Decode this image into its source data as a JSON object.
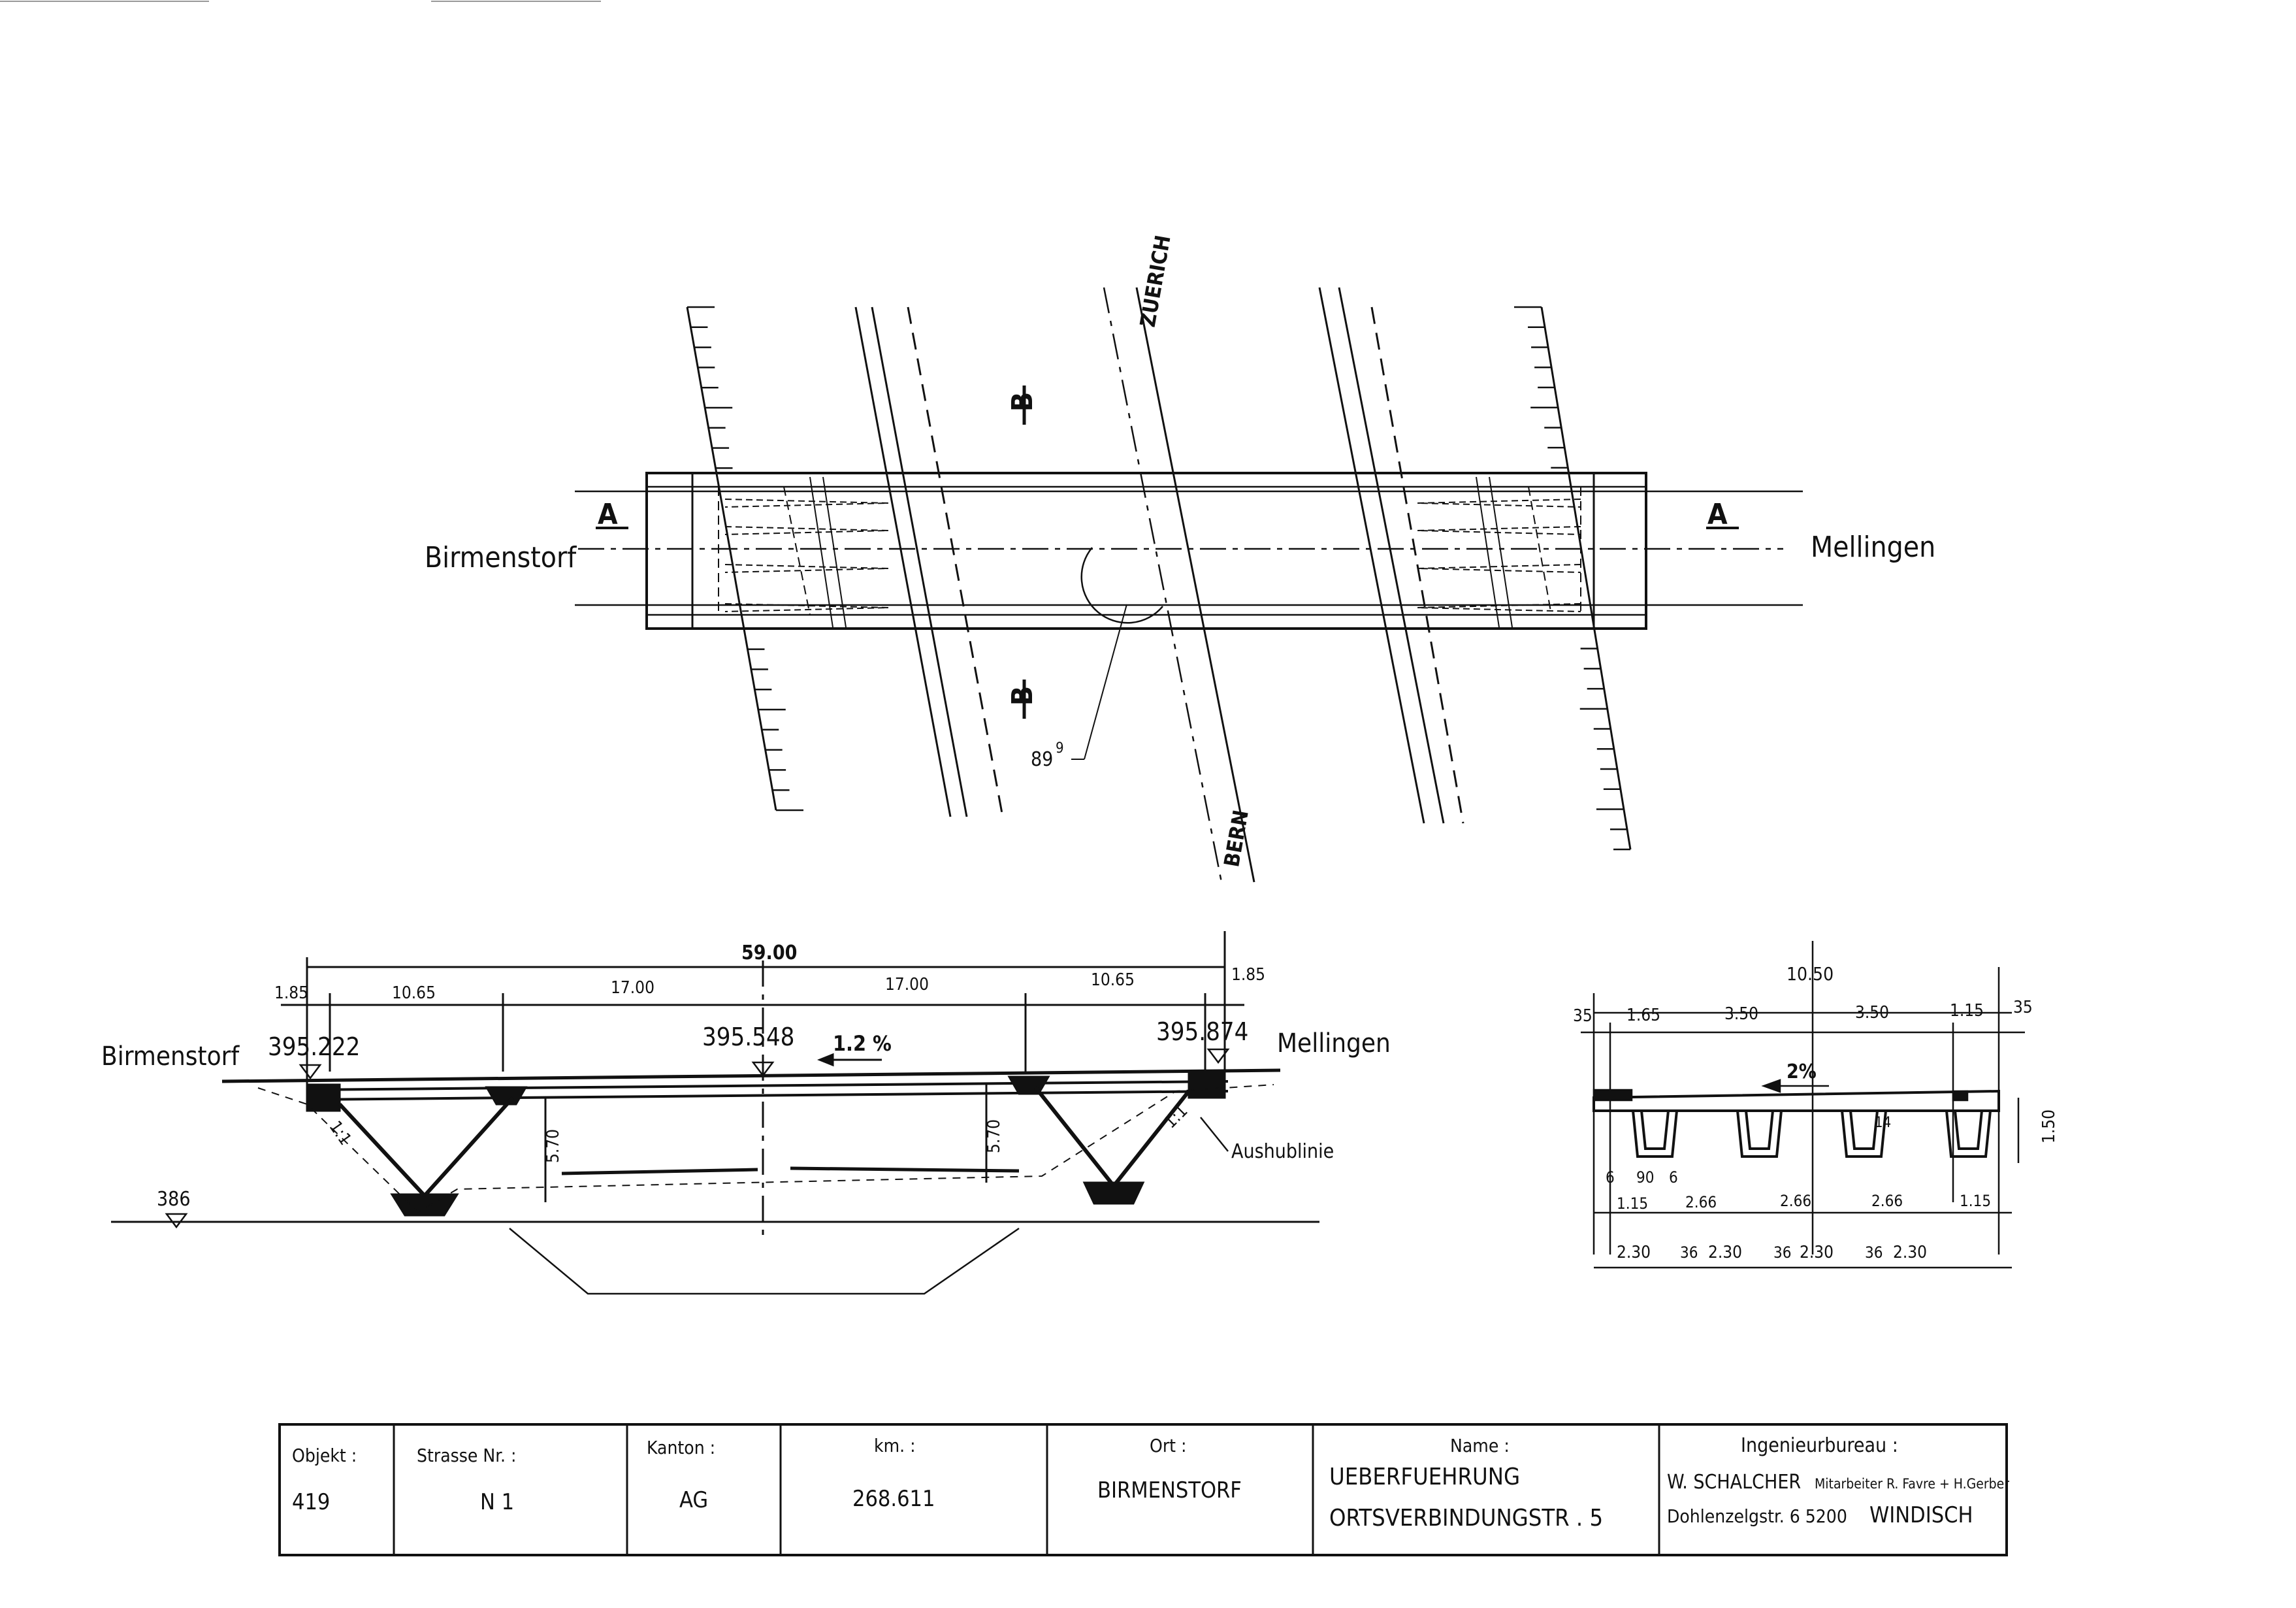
{
  "plan": {
    "left_place": "Birmenstorf",
    "right_place": "Mellingen",
    "section_a": "A",
    "section_b": "B",
    "road_north": "ZUERICH",
    "road_south": "BERN",
    "angle": "89"
  },
  "elevation": {
    "left_place": "Birmenstorf",
    "right_place": "Mellingen",
    "total_span": "59.00",
    "spans": [
      "1.85",
      "10.65",
      "17.00",
      "17.00",
      "10.65",
      "1.85"
    ],
    "level_left": "395.222",
    "level_mid": "395.548",
    "level_right": "395.874",
    "slope": "1.2 %",
    "level_bottom": "386",
    "height_left": "5.70",
    "height_right": "5.70",
    "bank_ratio": "1:1",
    "excavation_label": "Aushublinie"
  },
  "cross_section": {
    "total_width": "10.50",
    "top_dims": [
      "35",
      "1.65",
      "3.50",
      "3.50",
      "1.15",
      "35"
    ],
    "slope": "2%",
    "depth": "1.50",
    "web": "14",
    "flange_dims": [
      "6",
      "90",
      "6"
    ],
    "mid_dims": [
      "1.15",
      "2.66",
      "2.66",
      "2.66",
      "1.15"
    ],
    "bottom_dims": [
      "2.30",
      "36",
      "2.30",
      "36",
      "2.30",
      "36",
      "2.30"
    ]
  },
  "title_block": {
    "objekt_label": "Objekt :",
    "objekt_value": "419",
    "strasse_label": "Strasse Nr. :",
    "strasse_value": "N 1",
    "kanton_label": "Kanton :",
    "kanton_value": "AG",
    "km_label": "km. :",
    "km_value": "268.611",
    "ort_label": "Ort :",
    "ort_value": "BIRMENSTORF",
    "name_label": "Name :",
    "name_line1": "UEBERFUEHRUNG",
    "name_line2": "ORTSVERBINDUNGSTR . 5",
    "ib_label": "Ingenieurbureau :",
    "ib_line1_main": "W. SCHALCHER",
    "ib_line1_small": "Mitarbeiter R. Favre + H.Gerber",
    "ib_line2_addr": "Dohlenzelgstr. 6  5200",
    "ib_line2_city": "WINDISCH"
  }
}
